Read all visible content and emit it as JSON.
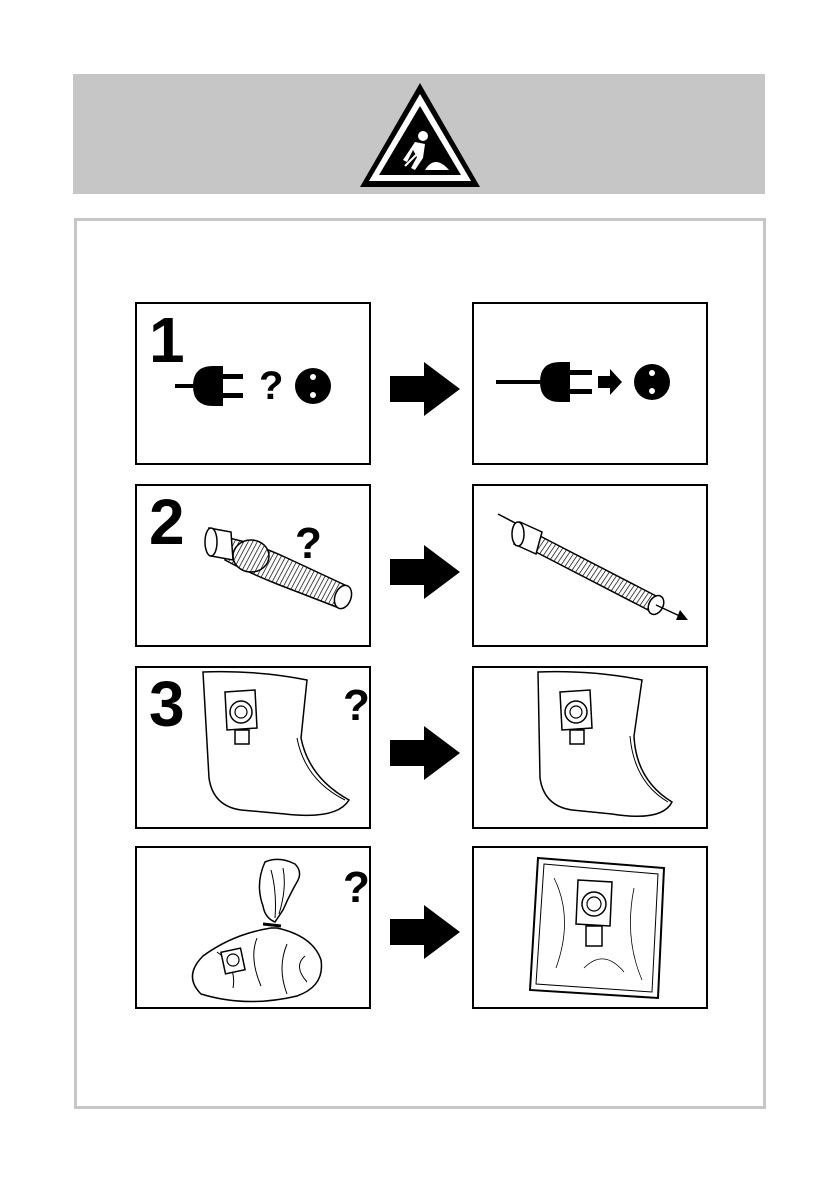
{
  "header": {
    "warning_icon": "roadworks-warning-icon",
    "colors": {
      "banner": "#c6c6c6",
      "frame": "#c6c6c6"
    }
  },
  "steps": [
    {
      "number": "1",
      "question": "?"
    },
    {
      "number": "2",
      "question": "?"
    },
    {
      "number": "3",
      "question": "?"
    },
    {
      "number": "",
      "question": "?"
    }
  ]
}
